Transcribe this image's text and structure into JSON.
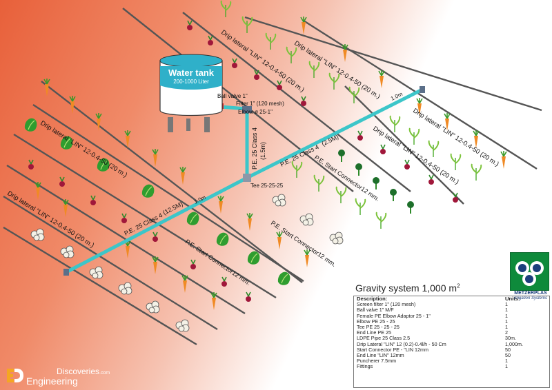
{
  "tank": {
    "title": "Water tank",
    "capacity": "200-1000 Liter",
    "color": "#2fb0c9"
  },
  "fittings_labels": {
    "ball_valve": "Ball valve 1\"",
    "filter": "Filter 1\" (120 mesh)",
    "elbow": "Elbow ø 25-1\"",
    "tee": "Tee 25-25-25",
    "riser_pipe": "P.E. 25 Class 4",
    "riser_length": "(1.5m)",
    "upper_main": "P.E. 25 Class 4",
    "upper_main_length": "(2.5M)",
    "lower_main": "P.E. 25 Class 4",
    "lower_main_length": "(12.5M)",
    "spacing_upper": "1.0m",
    "spacing_lower": "1.0m",
    "start_connector_1": "P.E. Start Connector12 mm.",
    "start_connector_2": "P.E. Start Connector12 mm.",
    "start_connector_3": "P.E. Start Connector12 mm."
  },
  "lateral_labels": [
    "Drip lateral \"LIN\" 12-0.4-50 (20 m.)",
    "Drip lateral \"LIN\" 12-0.4-50 (20 m.)",
    "Drip lateral \"LIN\" 12-0.4-50 (20 m.)",
    "Drip lateral \"LIN\" 12-0.4-50 (20 m.)",
    "Drip lateral \"LIN\" 12-0.4-50 (20 m.)",
    "Drip lateral \"LIN\" 12-0.4-50 (20 m.)"
  ],
  "legend": {
    "title": "Gravity system",
    "area": "1,000",
    "area_unit": "m",
    "area_exp": "2",
    "col_description": "Description:",
    "col_units": "Units:",
    "rows": [
      {
        "description": "Screen filter 1\" (120 mesh)",
        "units": "1"
      },
      {
        "description": "Ball valve 1\" M/F",
        "units": "1"
      },
      {
        "description": "Female PE Elbow Adaptor 25 - 1\"",
        "units": "1"
      },
      {
        "description": "Elbow PE 25 - 25",
        "units": "1"
      },
      {
        "description": "Tee PE 25 - 25 - 25",
        "units": "1"
      },
      {
        "description": "End Line PE 25",
        "units": "2"
      },
      {
        "description": "LDPE Pipe 25  Class 2.5",
        "units": "30m."
      },
      {
        "description": "Drip Lateral \"LIN\" 12 (0.2)-0.4l/h - 50 Cm",
        "units": "1,000m."
      },
      {
        "description": "Start Connector PE - \"LIN 12mm",
        "units": "50"
      },
      {
        "description": "End Line \"LIN\" 12mm",
        "units": "50"
      },
      {
        "description": "Puncherer 7.5mm",
        "units": "1"
      },
      {
        "description": "Fittings",
        "units": "1"
      }
    ]
  },
  "logo": {
    "name": "METZERPLAS",
    "tagline": "Irrigation Systems",
    "color": "#0e8a3b"
  },
  "watermark": {
    "line1": "Discoveries",
    "line1_suffix": ".com",
    "line2": "Engineering"
  },
  "colors": {
    "pipe": "#3cc6c9",
    "lateral": "#555555",
    "carrot": "#f08a24",
    "beet": "#a0173a",
    "lettuce": "#2f9d2f",
    "cauliflower": "#f4f1e6"
  }
}
